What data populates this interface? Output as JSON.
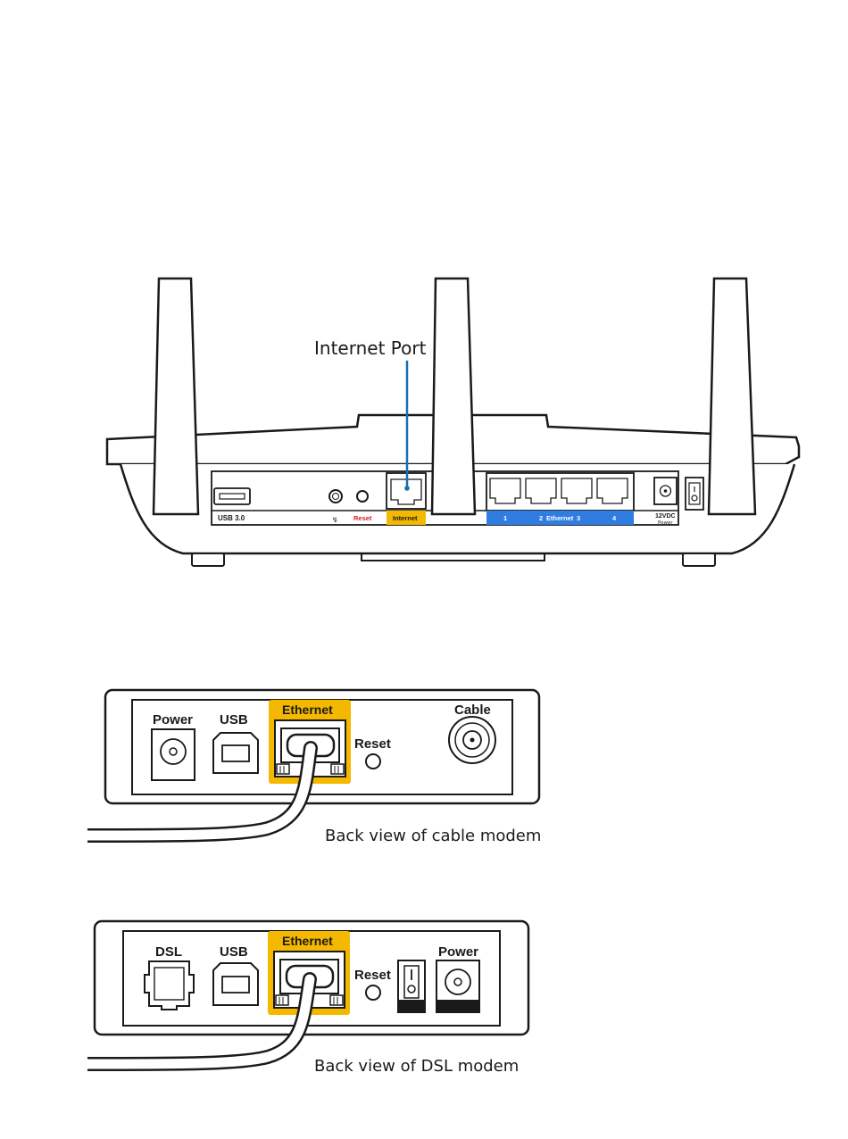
{
  "router": {
    "callout": "Internet Port",
    "usb_label": "USB 3.0",
    "wps_label": "",
    "reset_label": "Reset",
    "internet_label": "Internet",
    "ethernet_port_numbers": [
      "1",
      "2",
      "3",
      "4"
    ],
    "ethernet_label": "Ethernet",
    "power_label": "12VDC",
    "power_sublabel": "Power",
    "colors": {
      "internet_highlight": "#f5b800",
      "ethernet_highlight": "#2f7de1",
      "callout_line": "#1b6fb0",
      "reset_text": "#d0202a"
    }
  },
  "cable_modem": {
    "power_label": "Power",
    "usb_label": "USB",
    "ethernet_label": "Ethernet",
    "reset_label": "Reset",
    "cable_label": "Cable",
    "caption": "Back view of cable modem",
    "highlight_color": "#f5b800"
  },
  "dsl_modem": {
    "dsl_label": "DSL",
    "usb_label": "USB",
    "ethernet_label": "Ethernet",
    "reset_label": "Reset",
    "power_label": "Power",
    "caption": "Back view of DSL modem",
    "highlight_color": "#f5b800"
  }
}
